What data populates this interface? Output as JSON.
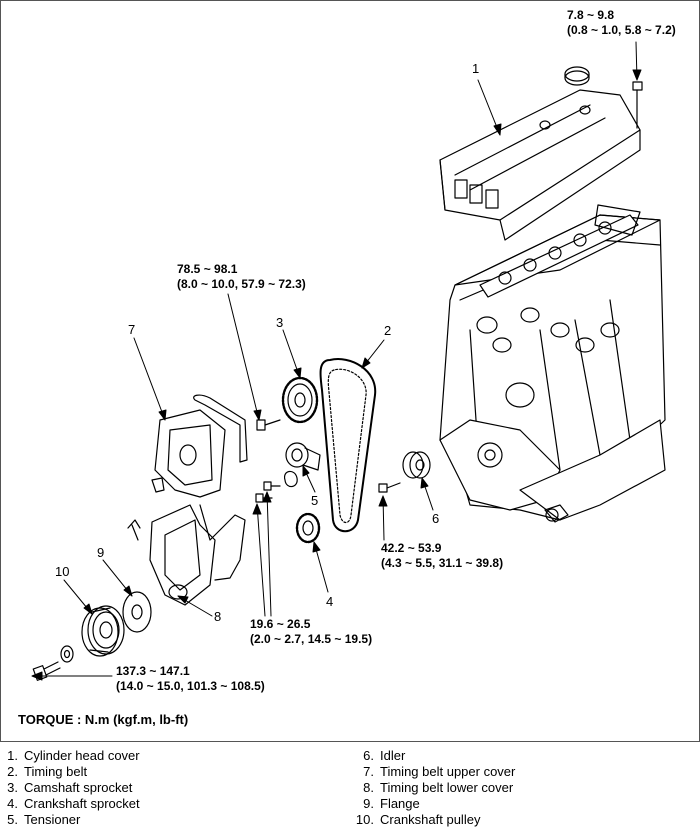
{
  "parts": [
    {
      "no": "1",
      "label": "Cylinder head cover"
    },
    {
      "no": "2",
      "label": "Timing belt"
    },
    {
      "no": "3",
      "label": "Camshaft sprocket"
    },
    {
      "no": "4",
      "label": "Crankshaft sprocket"
    },
    {
      "no": "5",
      "label": "Tensioner"
    },
    {
      "no": "6",
      "label": "Idler"
    },
    {
      "no": "7",
      "label": "Timing belt upper cover"
    },
    {
      "no": "8",
      "label": "Timing belt lower cover"
    },
    {
      "no": "9",
      "label": "Flange"
    },
    {
      "no": "10",
      "label": "Crankshaft pulley"
    }
  ],
  "torques": {
    "head_cover_bolt": {
      "line1": "7.8 ~ 9.8",
      "line2": "(0.8 ~ 1.0, 5.8 ~ 7.2)"
    },
    "camshaft_bolt": {
      "line1": "78.5 ~ 98.1",
      "line2": "(8.0 ~ 10.0, 57.9 ~ 72.3)"
    },
    "idler_bolt": {
      "line1": "42.2 ~ 53.9",
      "line2": "(4.3 ~ 5.5, 31.1 ~ 39.8)"
    },
    "tensioner_bolt": {
      "line1": "19.6 ~ 26.5",
      "line2": "(2.0 ~ 2.7, 14.5 ~ 19.5)"
    },
    "crank_bolt": {
      "line1": "137.3 ~ 147.1",
      "line2": "(14.0 ~ 15.0, 101.3 ~ 108.5)"
    }
  },
  "torque_unit": "TORQUE : N.m (kgf.m, lb-ft)"
}
